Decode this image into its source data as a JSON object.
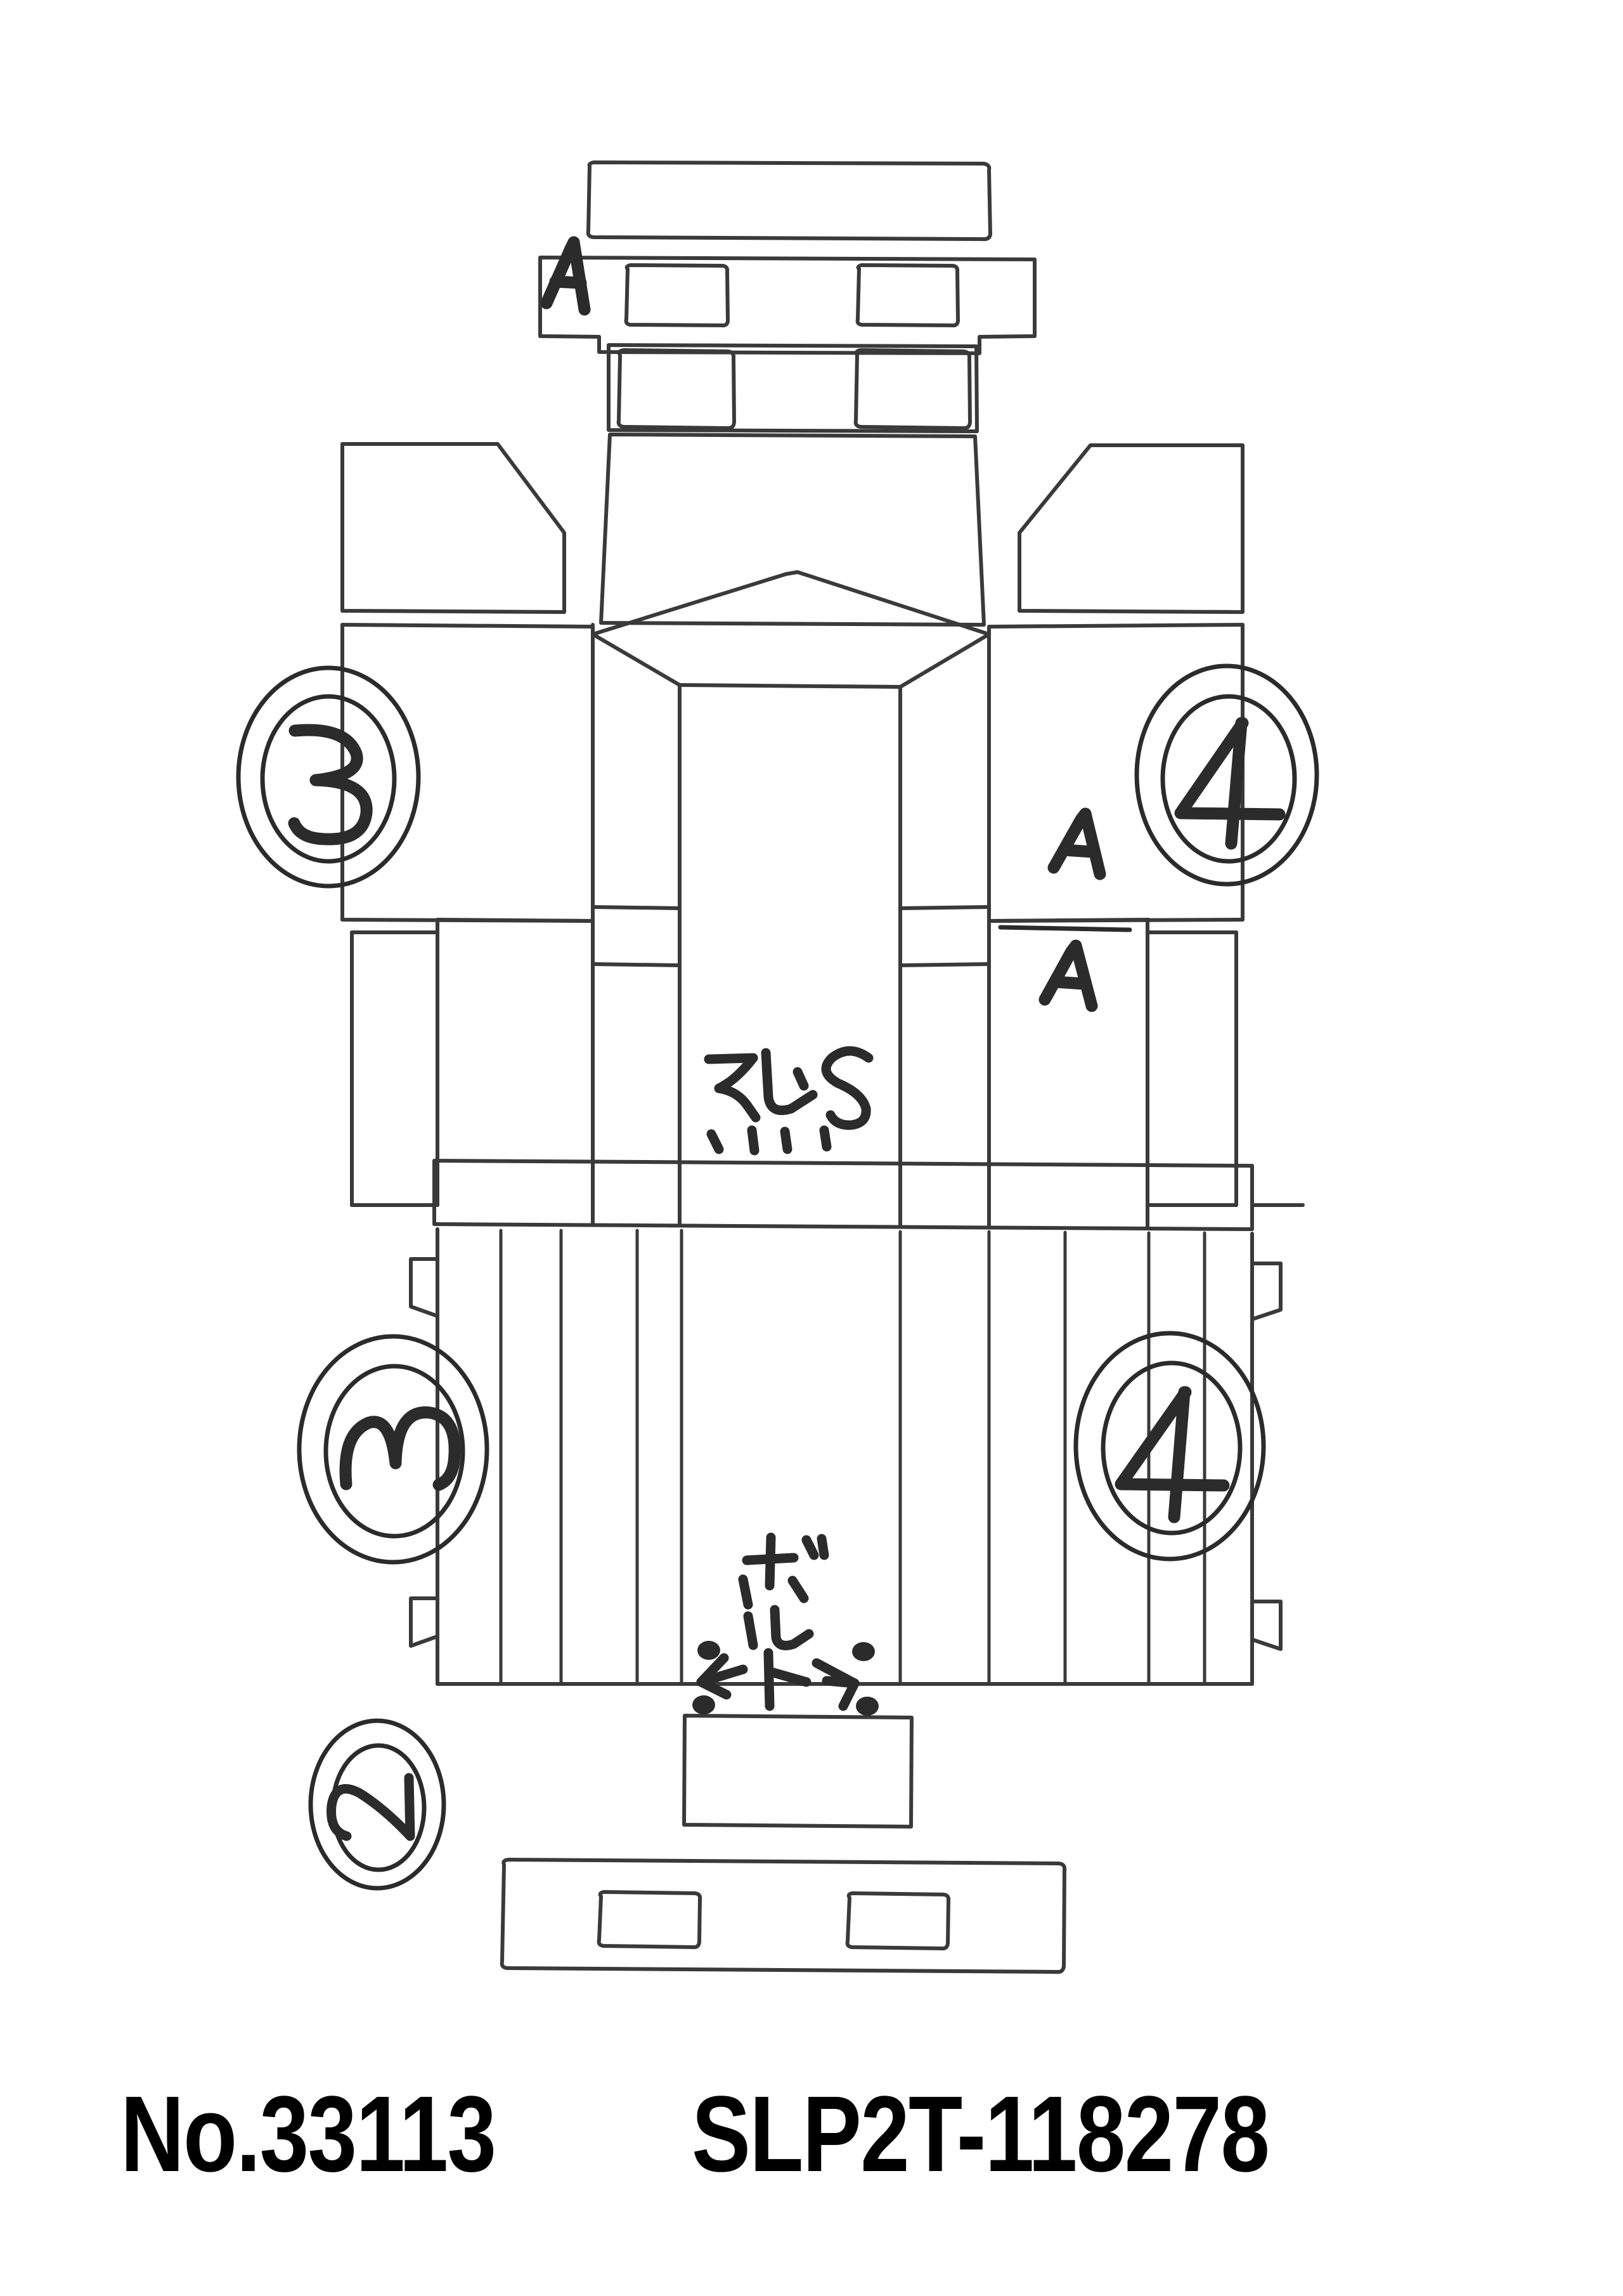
{
  "document": {
    "kind": "vehicle-inspection-sketch",
    "view": "top-plan-view",
    "subject": "light truck / kei truck body outline"
  },
  "caption": {
    "record_number": "No.33113",
    "chassis_number": "SLP2T-118278"
  },
  "annotations": {
    "section_mark_front": "A",
    "section_label_top": "A",
    "section_label_bottom": "A",
    "damage_note_front": "スレ、S",
    "damage_tick_marks": "\\ 1 1 1",
    "bolt_note": "ボルト",
    "arrow_left": "←",
    "arrow_right": "→"
  },
  "callouts": [
    {
      "id": "callout-3-front",
      "value": "3",
      "position": "front-left-fender"
    },
    {
      "id": "callout-4-front",
      "value": "4",
      "position": "front-right-fender"
    },
    {
      "id": "callout-3-rear",
      "value": "3",
      "position": "rear-left-bed-side"
    },
    {
      "id": "callout-4-rear",
      "value": "4",
      "position": "rear-right-bed-side"
    },
    {
      "id": "callout-2-rear",
      "value": "2",
      "position": "below-rear-left-corner"
    }
  ],
  "colors": {
    "ink_line": "#3a3a3a",
    "ink_marker": "#2b2b2b",
    "paper": "#ffffff",
    "caption_text": "#000000"
  }
}
